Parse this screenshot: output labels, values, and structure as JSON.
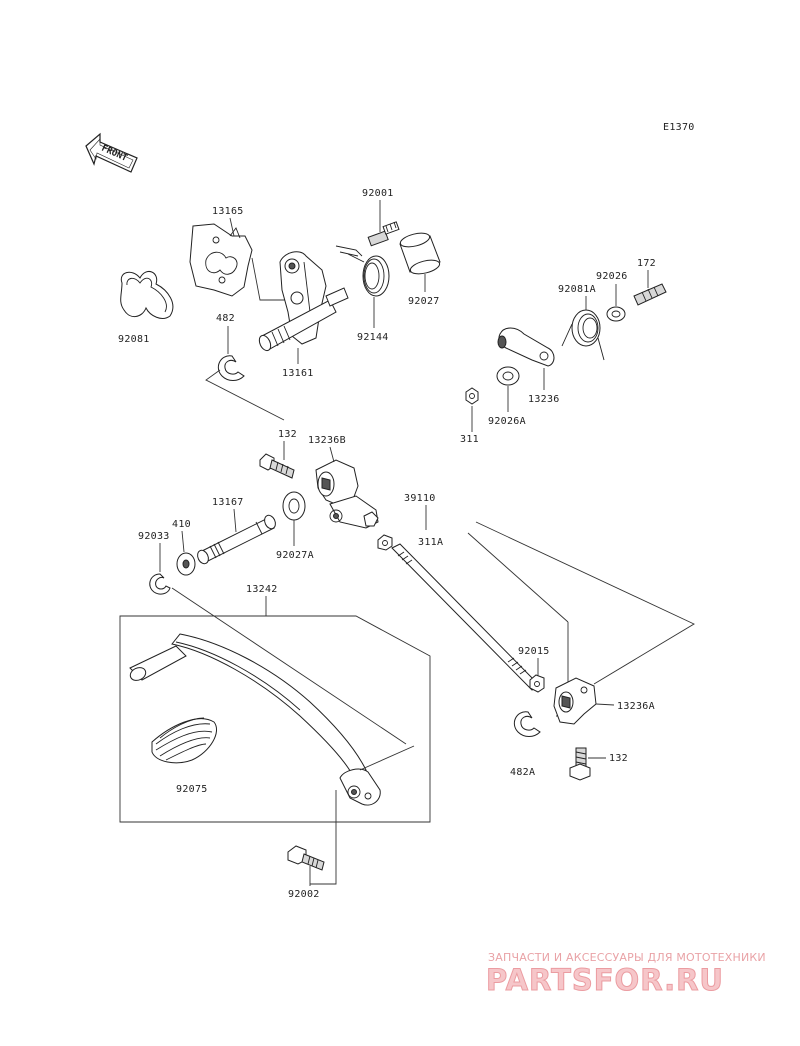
{
  "diagram_code": "E1370",
  "front_label": "FRONT",
  "labels": {
    "p13165": "13165",
    "p92001": "92001",
    "p92081": "92081",
    "p482": "482",
    "p13161": "13161",
    "p92144": "92144",
    "p92027": "92027",
    "p172": "172",
    "p92026": "92026",
    "p92081A": "92081A",
    "p13236": "13236",
    "p92026A": "92026A",
    "p311": "311",
    "p132a": "132",
    "p13236B": "13236B",
    "p13167": "13167",
    "p92027A": "92027A",
    "p410": "410",
    "p92033": "92033",
    "p39110": "39110",
    "p311A": "311A",
    "p13242": "13242",
    "p92015": "92015",
    "p13236A": "13236A",
    "p132b": "132",
    "p482A": "482A",
    "p92075": "92075",
    "p92002": "92002"
  },
  "watermark": {
    "tagline": "ЗАПЧАСТИ И АКСЕССУАРЫ ДЛЯ МОТОТЕХНИКИ",
    "logo": "PARTSFOR.RU",
    "color": "#e9a2a6"
  }
}
